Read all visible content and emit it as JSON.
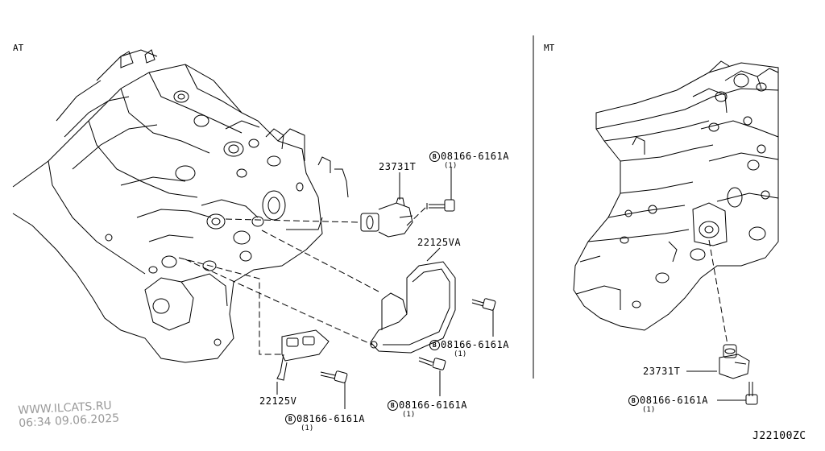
{
  "sections": {
    "at": "AT",
    "mt": "MT"
  },
  "parts": {
    "sensor_at": "23731T",
    "sensor_mt": "23731T",
    "bracket_upper": "22125VA",
    "bracket_lower": "22125V"
  },
  "bolts": [
    {
      "id": "bolt-1",
      "mark": "B",
      "code": "08166-6161A",
      "qty": "(1)"
    },
    {
      "id": "bolt-2",
      "mark": "B",
      "code": "08166-6161A",
      "qty": "(1)"
    },
    {
      "id": "bolt-3",
      "mark": "B",
      "code": "08166-6161A",
      "qty": "(1)"
    },
    {
      "id": "bolt-4",
      "mark": "B",
      "code": "08166-6161A",
      "qty": "(1)"
    },
    {
      "id": "bolt-5",
      "mark": "B",
      "code": "08166-6161A",
      "qty": "(1)"
    }
  ],
  "diagram_code": "J22100ZC",
  "watermark": {
    "line1": "WWW.ILCATS.RU",
    "line2": "06:34 09.06.2025"
  }
}
